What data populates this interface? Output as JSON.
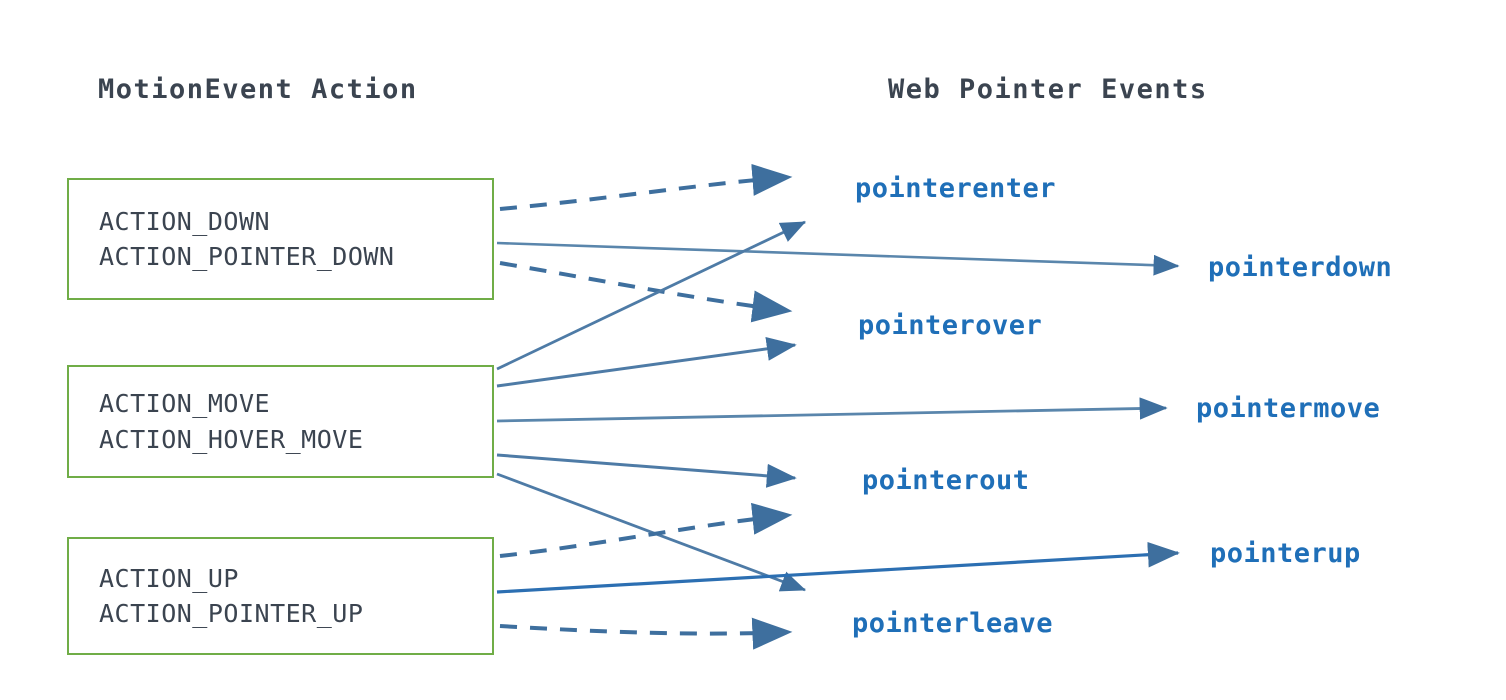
{
  "columns": {
    "left_title": "MotionEvent Action",
    "right_title": "Web Pointer Events"
  },
  "action_boxes": [
    {
      "id": "box-down",
      "lines": [
        "ACTION_DOWN",
        "ACTION_POINTER_DOWN"
      ]
    },
    {
      "id": "box-move",
      "lines": [
        "ACTION_MOVE",
        "ACTION_HOVER_MOVE"
      ]
    },
    {
      "id": "box-up",
      "lines": [
        "ACTION_UP",
        "ACTION_POINTER_UP"
      ]
    }
  ],
  "pointer_events": [
    {
      "id": "pointerenter",
      "label": "pointerenter"
    },
    {
      "id": "pointerdown",
      "label": "pointerdown"
    },
    {
      "id": "pointerover",
      "label": "pointerover"
    },
    {
      "id": "pointermove",
      "label": "pointermove"
    },
    {
      "id": "pointerout",
      "label": "pointerout"
    },
    {
      "id": "pointerup",
      "label": "pointerup"
    },
    {
      "id": "pointerleave",
      "label": "pointerleave"
    }
  ],
  "edges": [
    {
      "from": "ACTION_DOWN",
      "to": "pointerenter",
      "style": "dashed"
    },
    {
      "from": "ACTION_DOWN",
      "to": "pointerdown",
      "style": "solid"
    },
    {
      "from": "ACTION_DOWN",
      "to": "pointerover",
      "style": "dashed"
    },
    {
      "from": "ACTION_MOVE",
      "to": "pointerenter",
      "style": "solid"
    },
    {
      "from": "ACTION_MOVE",
      "to": "pointerover",
      "style": "solid"
    },
    {
      "from": "ACTION_MOVE",
      "to": "pointermove",
      "style": "solid"
    },
    {
      "from": "ACTION_MOVE",
      "to": "pointerout",
      "style": "solid"
    },
    {
      "from": "ACTION_MOVE",
      "to": "pointerleave",
      "style": "solid"
    },
    {
      "from": "ACTION_UP",
      "to": "pointerout",
      "style": "dashed"
    },
    {
      "from": "ACTION_UP",
      "to": "pointerup",
      "style": "solid"
    },
    {
      "from": "ACTION_UP",
      "to": "pointerleave",
      "style": "dashed"
    }
  ],
  "colors": {
    "box_border_green": "#70AD47",
    "box_text_gray": "#3b4450",
    "event_blue": "#1F6FB8",
    "arrow_blue": "#3E6F9E",
    "background": "#ffffff"
  }
}
